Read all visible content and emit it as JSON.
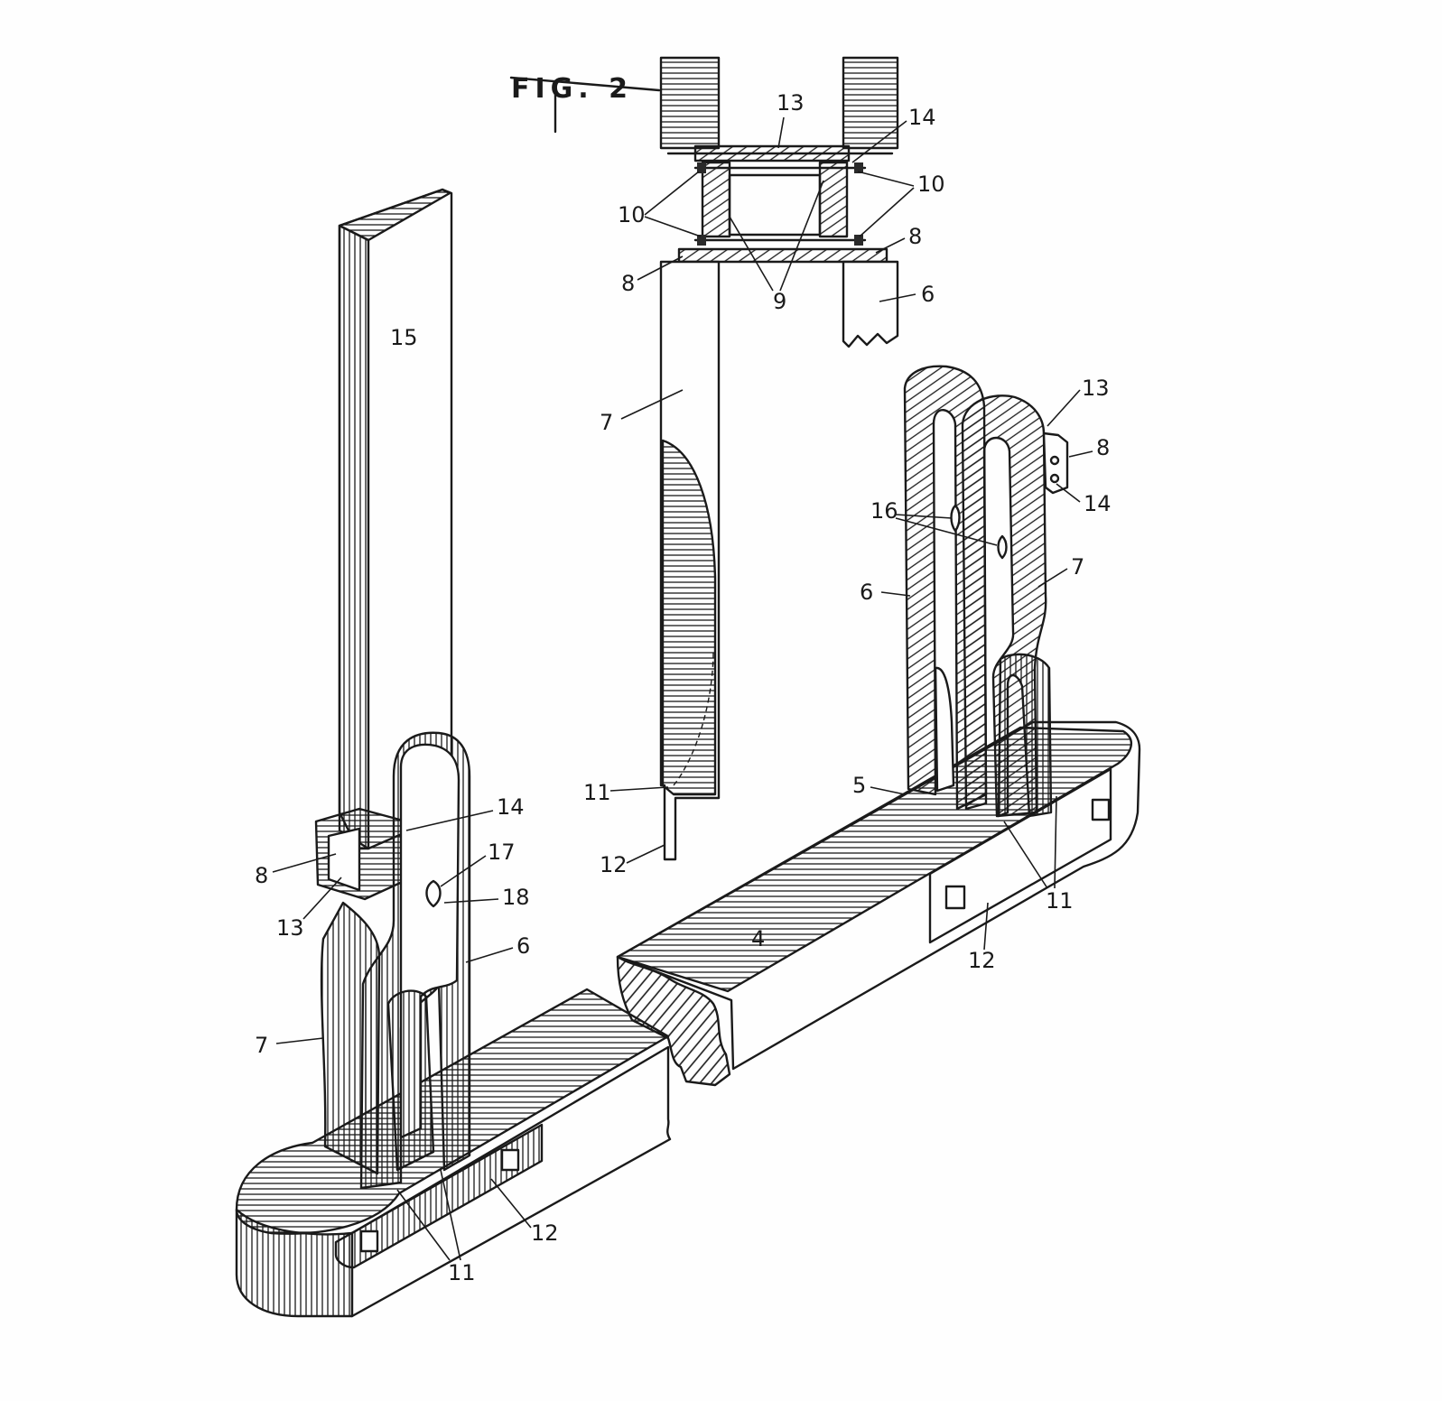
{
  "figure": {
    "caption": "FIG. 2",
    "labels": {
      "fig2_13": "13",
      "fig2_14": "14",
      "fig2_10_left": "10",
      "fig2_10_right": "10",
      "fig2_8_left": "8",
      "fig2_8_right": "8",
      "fig2_9": "9",
      "fig2_6": "6",
      "fig2_7": "7",
      "fig2_11": "11",
      "fig2_12": "12",
      "main_15": "15",
      "main_14_left": "14",
      "main_8_left": "8",
      "main_17": "17",
      "main_18": "18",
      "main_13_left": "13",
      "main_6_left": "6",
      "main_7_left": "7",
      "main_11_left": "11",
      "main_12_left": "12",
      "main_4": "4",
      "main_5": "5",
      "main_13_right": "13",
      "main_8_right": "8",
      "main_14_right": "14",
      "main_16": "16",
      "main_6_right": "6",
      "main_7_right": "7",
      "main_11_right": "11",
      "main_12_right": "12"
    }
  },
  "colors": {
    "ink": "#1a1a1a",
    "paper": "#fefefe"
  }
}
